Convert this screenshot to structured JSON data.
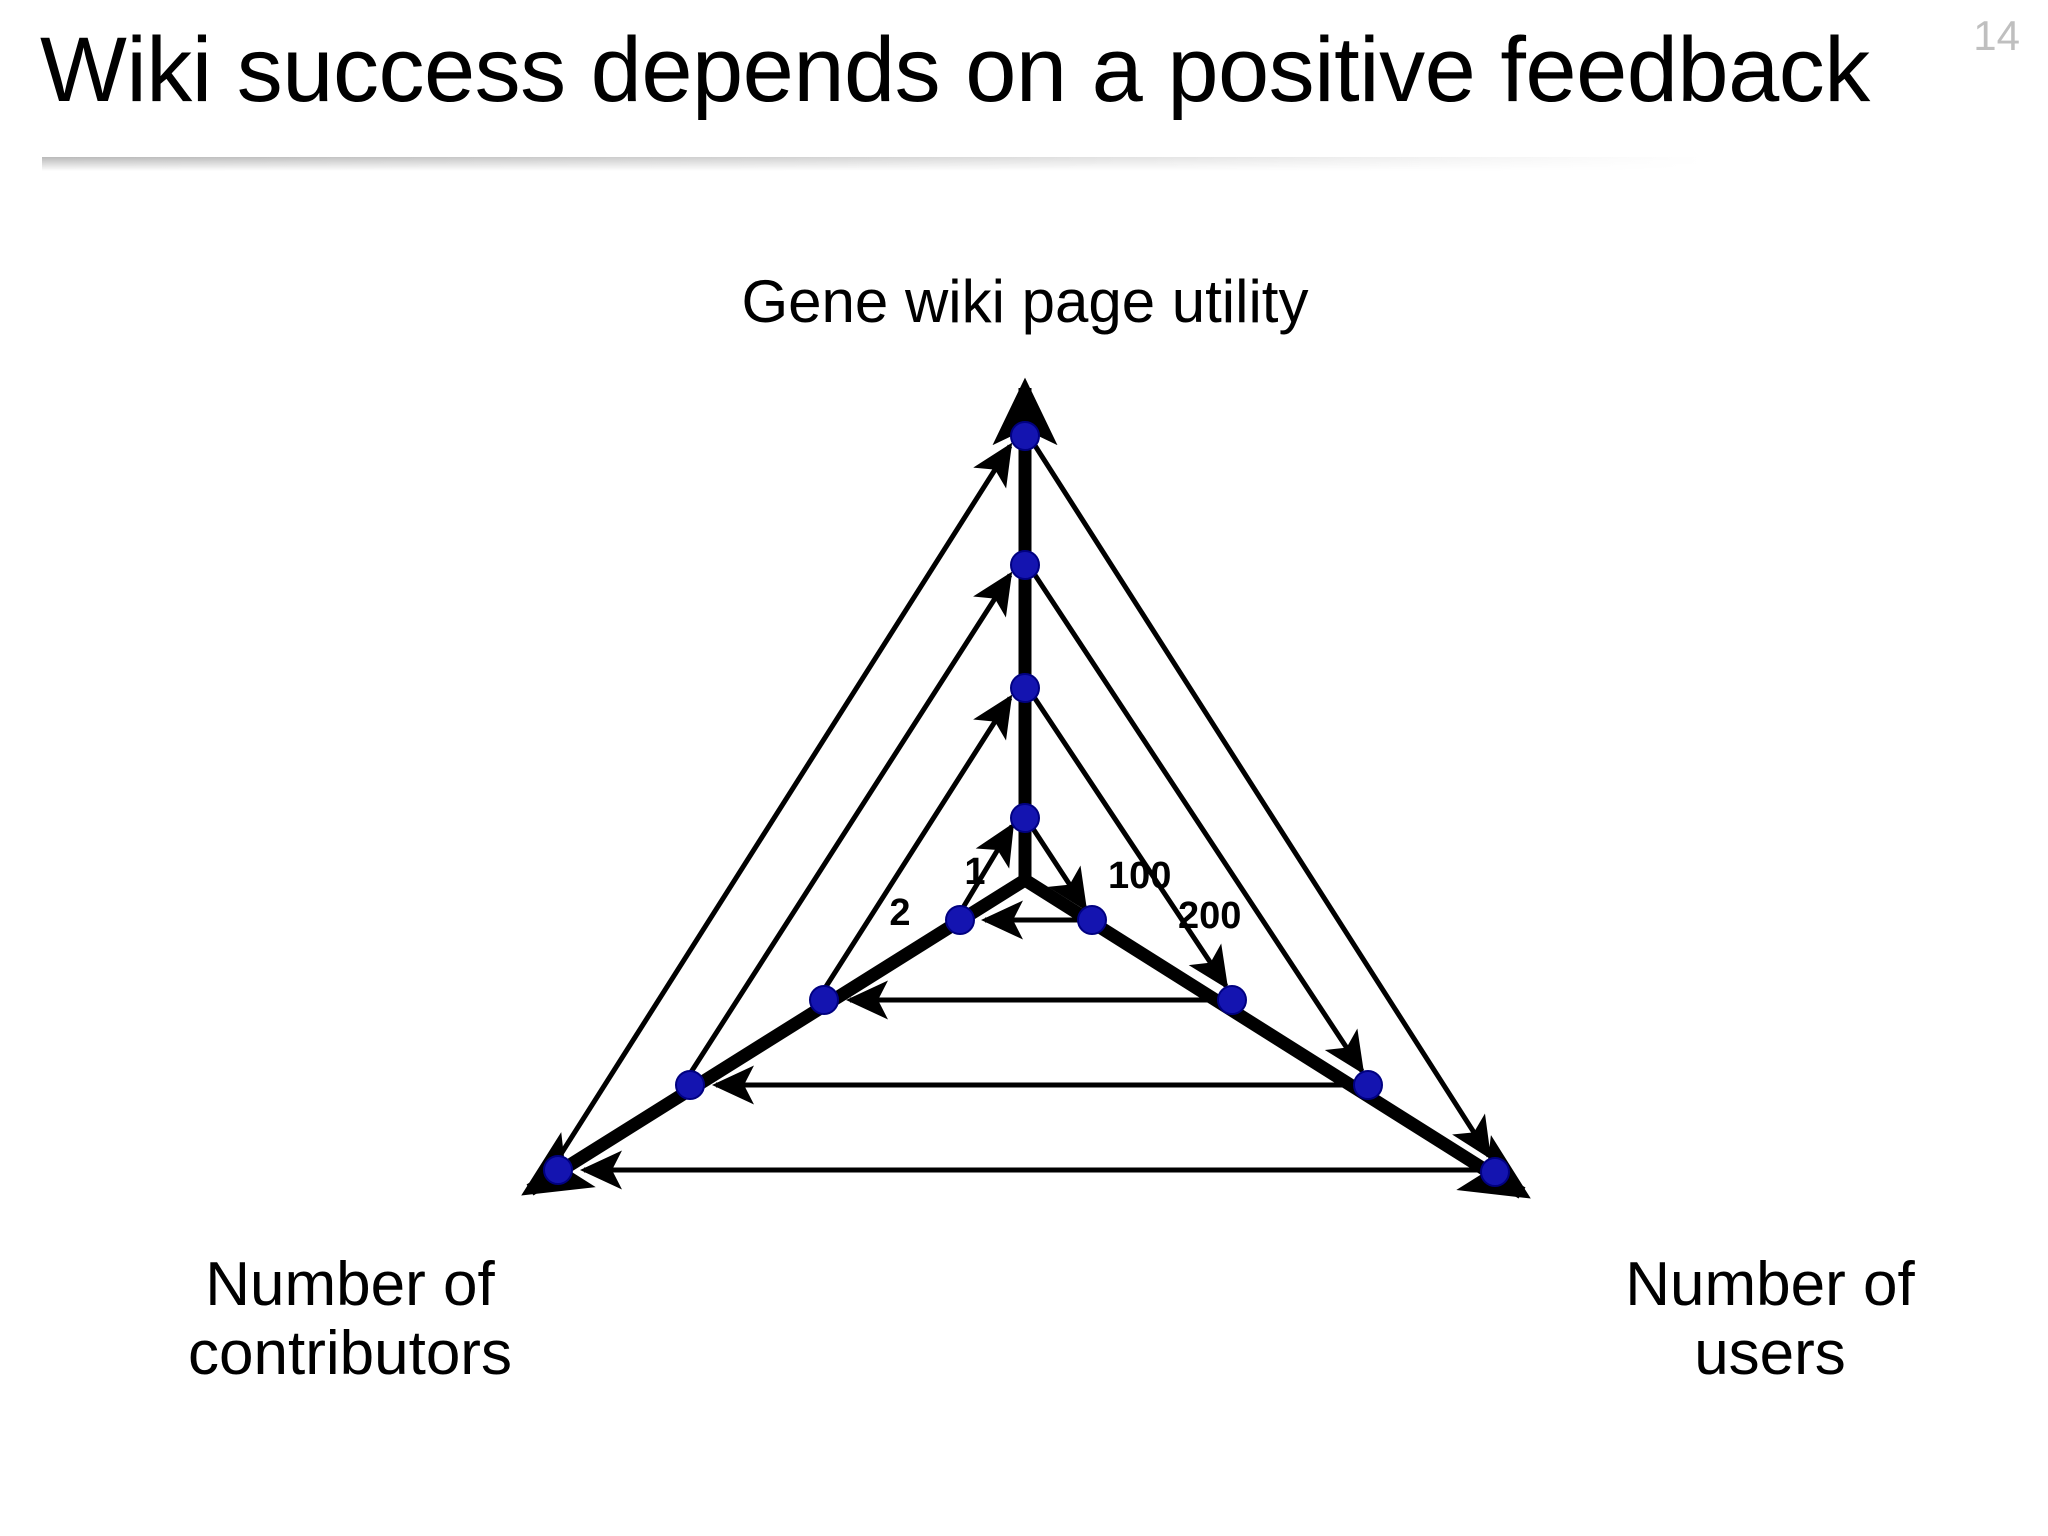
{
  "slide": {
    "title": "Wiki success depends on a positive feedback",
    "page_number": "14",
    "background": "#ffffff"
  },
  "figure": {
    "axis_top_label": "Gene wiki page utility",
    "axis_left_label_line1": "Number of",
    "axis_left_label_line2": "contributors",
    "axis_right_label_line1": "Number of",
    "axis_right_label_line2": "users",
    "tick_labels": {
      "contributors_inner": "1",
      "contributors_outer": "2",
      "users_inner": "100",
      "users_outer": "200"
    },
    "colors": {
      "node": "#1414b0",
      "node_stroke": "#000080",
      "line": "#000000",
      "page_number": "#bfbfbf"
    }
  },
  "chart_data": {
    "type": "diagram",
    "title": "Wiki success depends on a positive feedback",
    "description": "Three-axis positive feedback loop diagram. Each successive loop grows outward: more users raise gene wiki page utility, which raises the number of contributors, which raises utility again.",
    "axes": [
      {
        "name": "Gene wiki page utility",
        "direction": "up",
        "origin": [
          1025,
          880
        ],
        "tip": [
          1025,
          358
        ]
      },
      {
        "name": "Number of contributors",
        "direction": "down-left",
        "origin": [
          1025,
          880
        ],
        "tip": [
          495,
          1212
        ]
      },
      {
        "name": "Number of users",
        "direction": "down-right",
        "origin": [
          1025,
          880
        ],
        "tip": [
          1555,
          1215
        ]
      }
    ],
    "levels": [
      {
        "index": 1,
        "contributors_tick": "1",
        "users_tick": "100",
        "utility_node": [
          1025,
          818
        ],
        "contributors_node": [
          960,
          920
        ],
        "users_node": [
          1092,
          920
        ]
      },
      {
        "index": 2,
        "contributors_tick": "2",
        "users_tick": "200",
        "utility_node": [
          1025,
          688
        ],
        "contributors_node": [
          824,
          1000
        ],
        "users_node": [
          1232,
          1000
        ]
      },
      {
        "index": 3,
        "contributors_tick": "",
        "users_tick": "",
        "utility_node": [
          1025,
          565
        ],
        "contributors_node": [
          690,
          1085
        ],
        "users_node": [
          1368,
          1085
        ]
      },
      {
        "index": 4,
        "contributors_tick": "",
        "users_tick": "",
        "utility_node": [
          1025,
          436
        ],
        "contributors_node": [
          558,
          1170
        ],
        "users_node": [
          1495,
          1172
        ]
      }
    ],
    "edges": [
      {
        "from": "users_node",
        "to": "contributors_node",
        "kind": "horizontal-arrow-left",
        "meaning": "more users -> more contributors"
      },
      {
        "from": "contributors_node",
        "to": "utility_node",
        "kind": "diagonal-arrow-up",
        "meaning": "more contributors -> higher utility"
      },
      {
        "from": "utility_node",
        "to": "users_node",
        "kind": "diagonal-arrow-down-right",
        "meaning": "higher utility -> more users"
      }
    ],
    "legend": [],
    "grid": false
  }
}
